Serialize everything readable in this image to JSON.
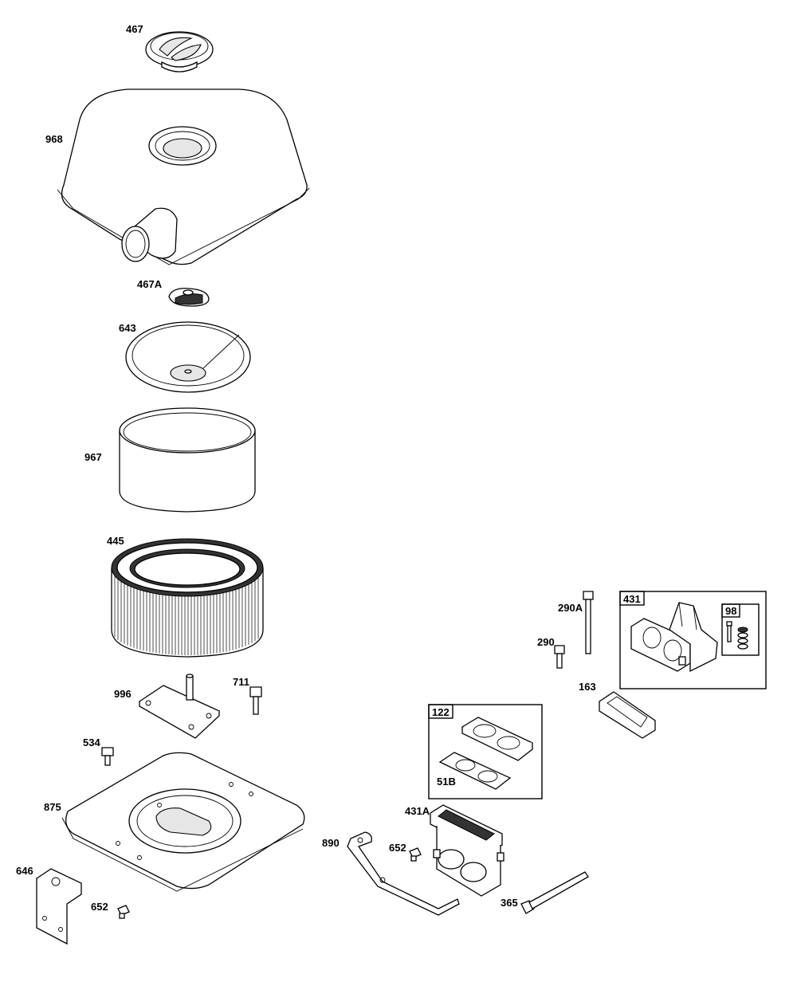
{
  "diagram": {
    "labels": {
      "p467": "467",
      "p968": "968",
      "p467a": "467A",
      "p643": "643",
      "p967": "967",
      "p445": "445",
      "p996": "996",
      "p711": "711",
      "p534": "534",
      "p875": "875",
      "p646": "646",
      "p652a": "652",
      "p890": "890",
      "p652b": "652",
      "p431a": "431A",
      "p365": "365",
      "p122": "122",
      "p51b": "51B",
      "p163": "163",
      "p290": "290",
      "p290a": "290A",
      "p431": "431",
      "p98": "98"
    }
  }
}
